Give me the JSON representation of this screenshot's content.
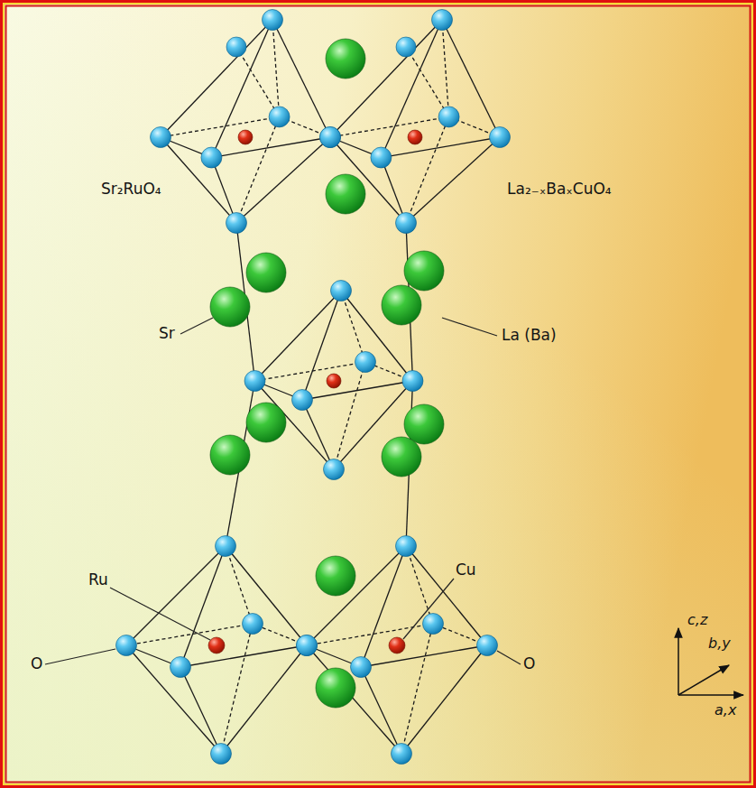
{
  "diagram": {
    "labels": [
      "Sr₂RuO₄",
      "La₂₋ₓBaₓCuO₄",
      "Sr",
      "La (Ba)",
      "Ru",
      "Cu",
      "c,z",
      "b,y",
      "a,x",
      "O",
      "O"
    ]
  }
}
